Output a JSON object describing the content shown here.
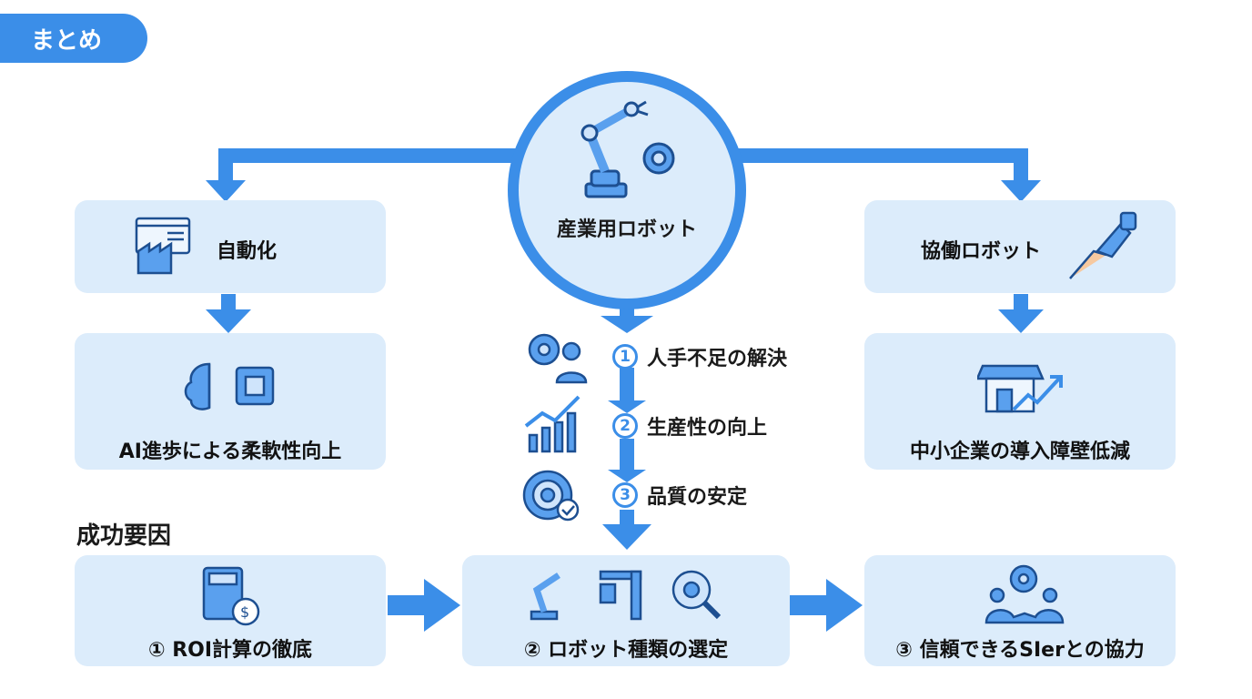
{
  "header": {
    "tag": "まとめ"
  },
  "center": {
    "label": "産業用ロボット"
  },
  "left_branch": {
    "box1": "自動化",
    "box2": "AI進歩による柔軟性向上"
  },
  "right_branch": {
    "box1": "協働ロボット",
    "box2": "中小企業の導入障壁低減"
  },
  "benefits": [
    {
      "num": "1",
      "text": "人手不足の解決"
    },
    {
      "num": "2",
      "text": "生産性の向上"
    },
    {
      "num": "3",
      "text": "品質の安定"
    }
  ],
  "success": {
    "title": "成功要因",
    "items": [
      {
        "label": "① ROI計算の徹底"
      },
      {
        "label": "② ロボット種類の選定"
      },
      {
        "label": "③ 信頼できるSIerとの協力"
      }
    ]
  },
  "colors": {
    "accent": "#3b8ee8",
    "box": "#dcecfb",
    "icon_dark": "#1d4f91"
  }
}
